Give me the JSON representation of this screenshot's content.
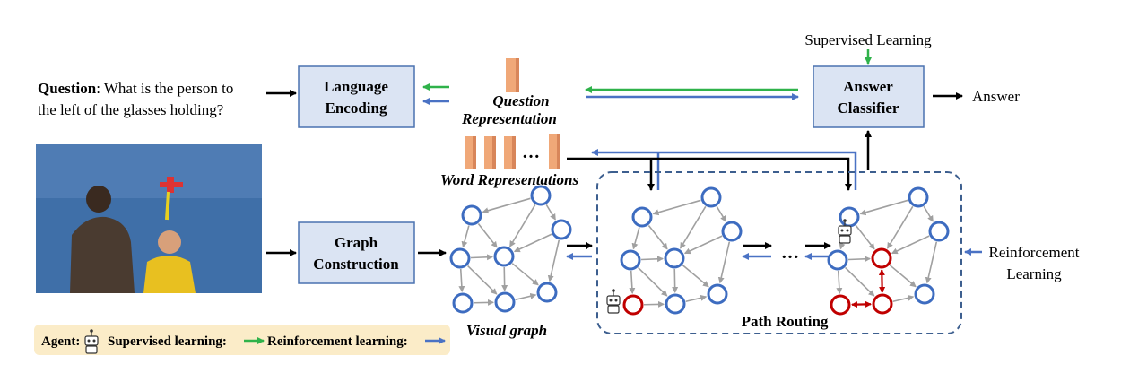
{
  "question": {
    "prefix": "Question",
    "line1": ": What is the person to",
    "line2": "the left of the glasses holding?"
  },
  "boxes": {
    "language_encoding": [
      "Language",
      "Encoding"
    ],
    "graph_construction": [
      "Graph",
      "Construction"
    ],
    "answer_classifier": [
      "Answer",
      "Classifier"
    ]
  },
  "labels": {
    "question_representation": [
      "Question",
      "Representation"
    ],
    "word_representations": "Word Representations",
    "ellipsis": "…",
    "visual_graph": "Visual graph",
    "path_routing": "Path Routing",
    "answer": "Answer",
    "supervised_learning": "Supervised Learning",
    "reinforcement_learning": [
      "Reinforcement",
      "Learning"
    ]
  },
  "legend": {
    "agent": "Agent:",
    "supervised": "Supervised learning:",
    "reinforcement": "Reinforcement learning:"
  },
  "colors": {
    "box_fill": "#dbe4f3",
    "box_stroke": "#4a72b0",
    "node_blue": "#3d6cc0",
    "node_red": "#c00000",
    "green_arrow": "#2fb24a",
    "blue_arrow": "#4a72c4",
    "legend_bg": "#fbecc8",
    "orange": "#f0a878",
    "sky": "#3f6fa8"
  }
}
